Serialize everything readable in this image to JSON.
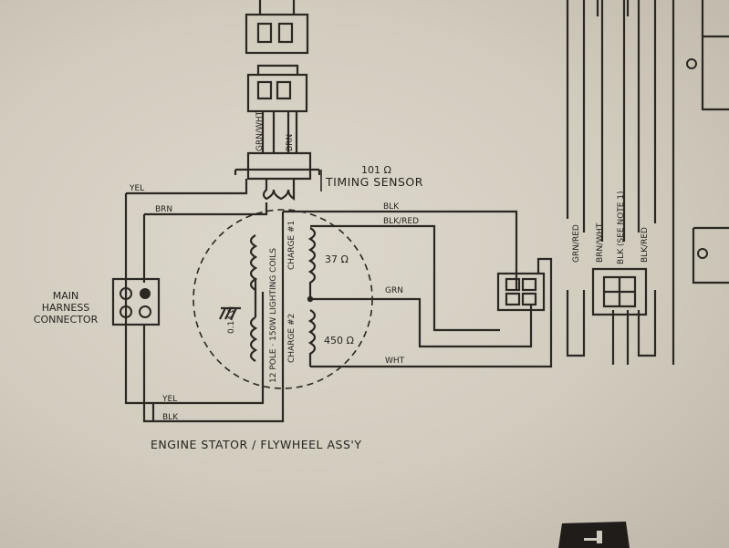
{
  "labels": {
    "timing_sensor_resistance": "101 Ω",
    "timing_sensor": "TIMING SENSOR",
    "main_harness_connector": [
      "MAIN",
      "HARNESS",
      "CONNECTOR"
    ],
    "engine_stator": "ENGINE STATOR / FLYWHEEL ASS'Y",
    "lighting_coils": "12 POLE · 150W LIGHTING COILS",
    "lighting_resistance": "0.14 Ω",
    "charge_1": "CHARGE #1",
    "charge_2": "CHARGE #2",
    "charge_1_resistance": "37 Ω",
    "charge_2_resistance": "450 Ω"
  },
  "wires": {
    "grn_wht": "GRN/WHT",
    "brn_top": "BRN",
    "yel_top": "YEL",
    "brn_left": "BRN",
    "blk": "BLK",
    "blk_red": "BLK/RED",
    "grn": "GRN",
    "wht": "WHT",
    "yel_bottom": "YEL",
    "blk_bottom": "BLK"
  },
  "right_wires": [
    "GRN/RED",
    "BRN/WHT",
    "BLK (SEE NOTE 1)",
    "BLK/RED"
  ]
}
